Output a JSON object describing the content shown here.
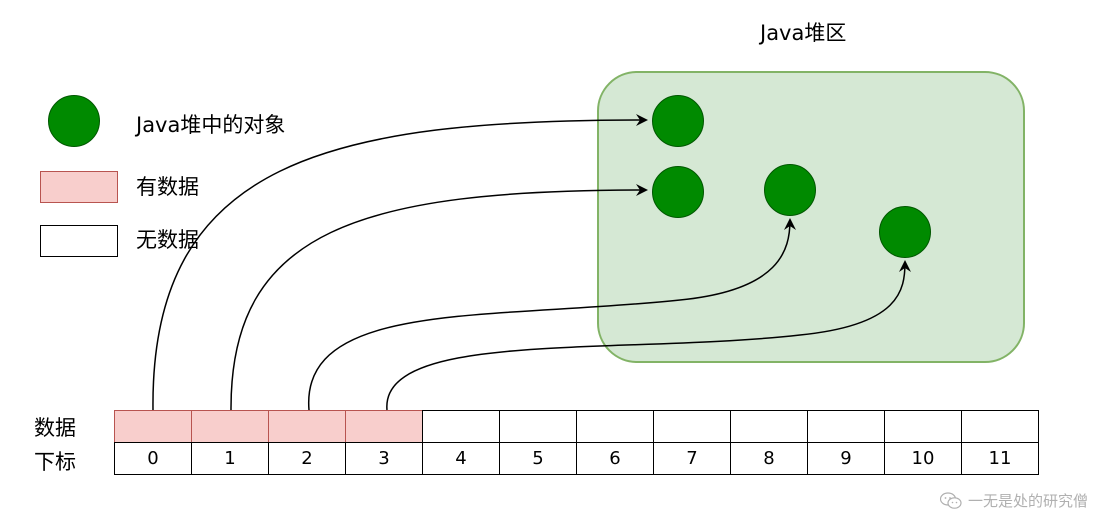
{
  "heap": {
    "title": "Java堆区"
  },
  "legend": {
    "object_label": "Java堆中的对象",
    "has_data_label": "有数据",
    "no_data_label": "无数据"
  },
  "array": {
    "data_row_label": "数据",
    "index_row_label": "下标",
    "indices": [
      "0",
      "1",
      "2",
      "3",
      "4",
      "5",
      "6",
      "7",
      "8",
      "9",
      "10",
      "11"
    ],
    "filled": [
      true,
      true,
      true,
      true,
      false,
      false,
      false,
      false,
      false,
      false,
      false,
      false
    ]
  },
  "colors": {
    "heap_fill": "#d5e8d4",
    "heap_border": "#82b366",
    "object_fill": "#008a00",
    "has_data_fill": "#f8cecc",
    "has_data_border": "#b85450"
  },
  "watermark": {
    "text": "一无是处的研究僧",
    "icon": "wechat-icon"
  }
}
